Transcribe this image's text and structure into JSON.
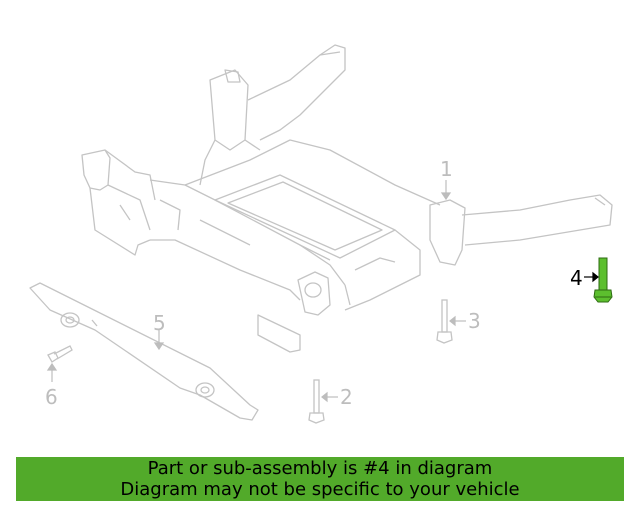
{
  "diagram": {
    "callouts": [
      {
        "id": "1",
        "label": "1",
        "active": false
      },
      {
        "id": "2",
        "label": "2",
        "active": false
      },
      {
        "id": "3",
        "label": "3",
        "active": false
      },
      {
        "id": "4",
        "label": "4",
        "active": true
      },
      {
        "id": "5",
        "label": "5",
        "active": false
      },
      {
        "id": "6",
        "label": "6",
        "active": false
      }
    ],
    "colors": {
      "line": "#c4c4c4",
      "highlight_part": "#5cbf2e",
      "highlight_outline": "#2e6b12",
      "active_label": "#000000",
      "inactive_label": "#bdbdbd"
    }
  },
  "banner": {
    "line1": "Part or sub-assembly is #4 in diagram",
    "line2": "Diagram may not be specific to your vehicle",
    "color": "#52aa2a"
  }
}
